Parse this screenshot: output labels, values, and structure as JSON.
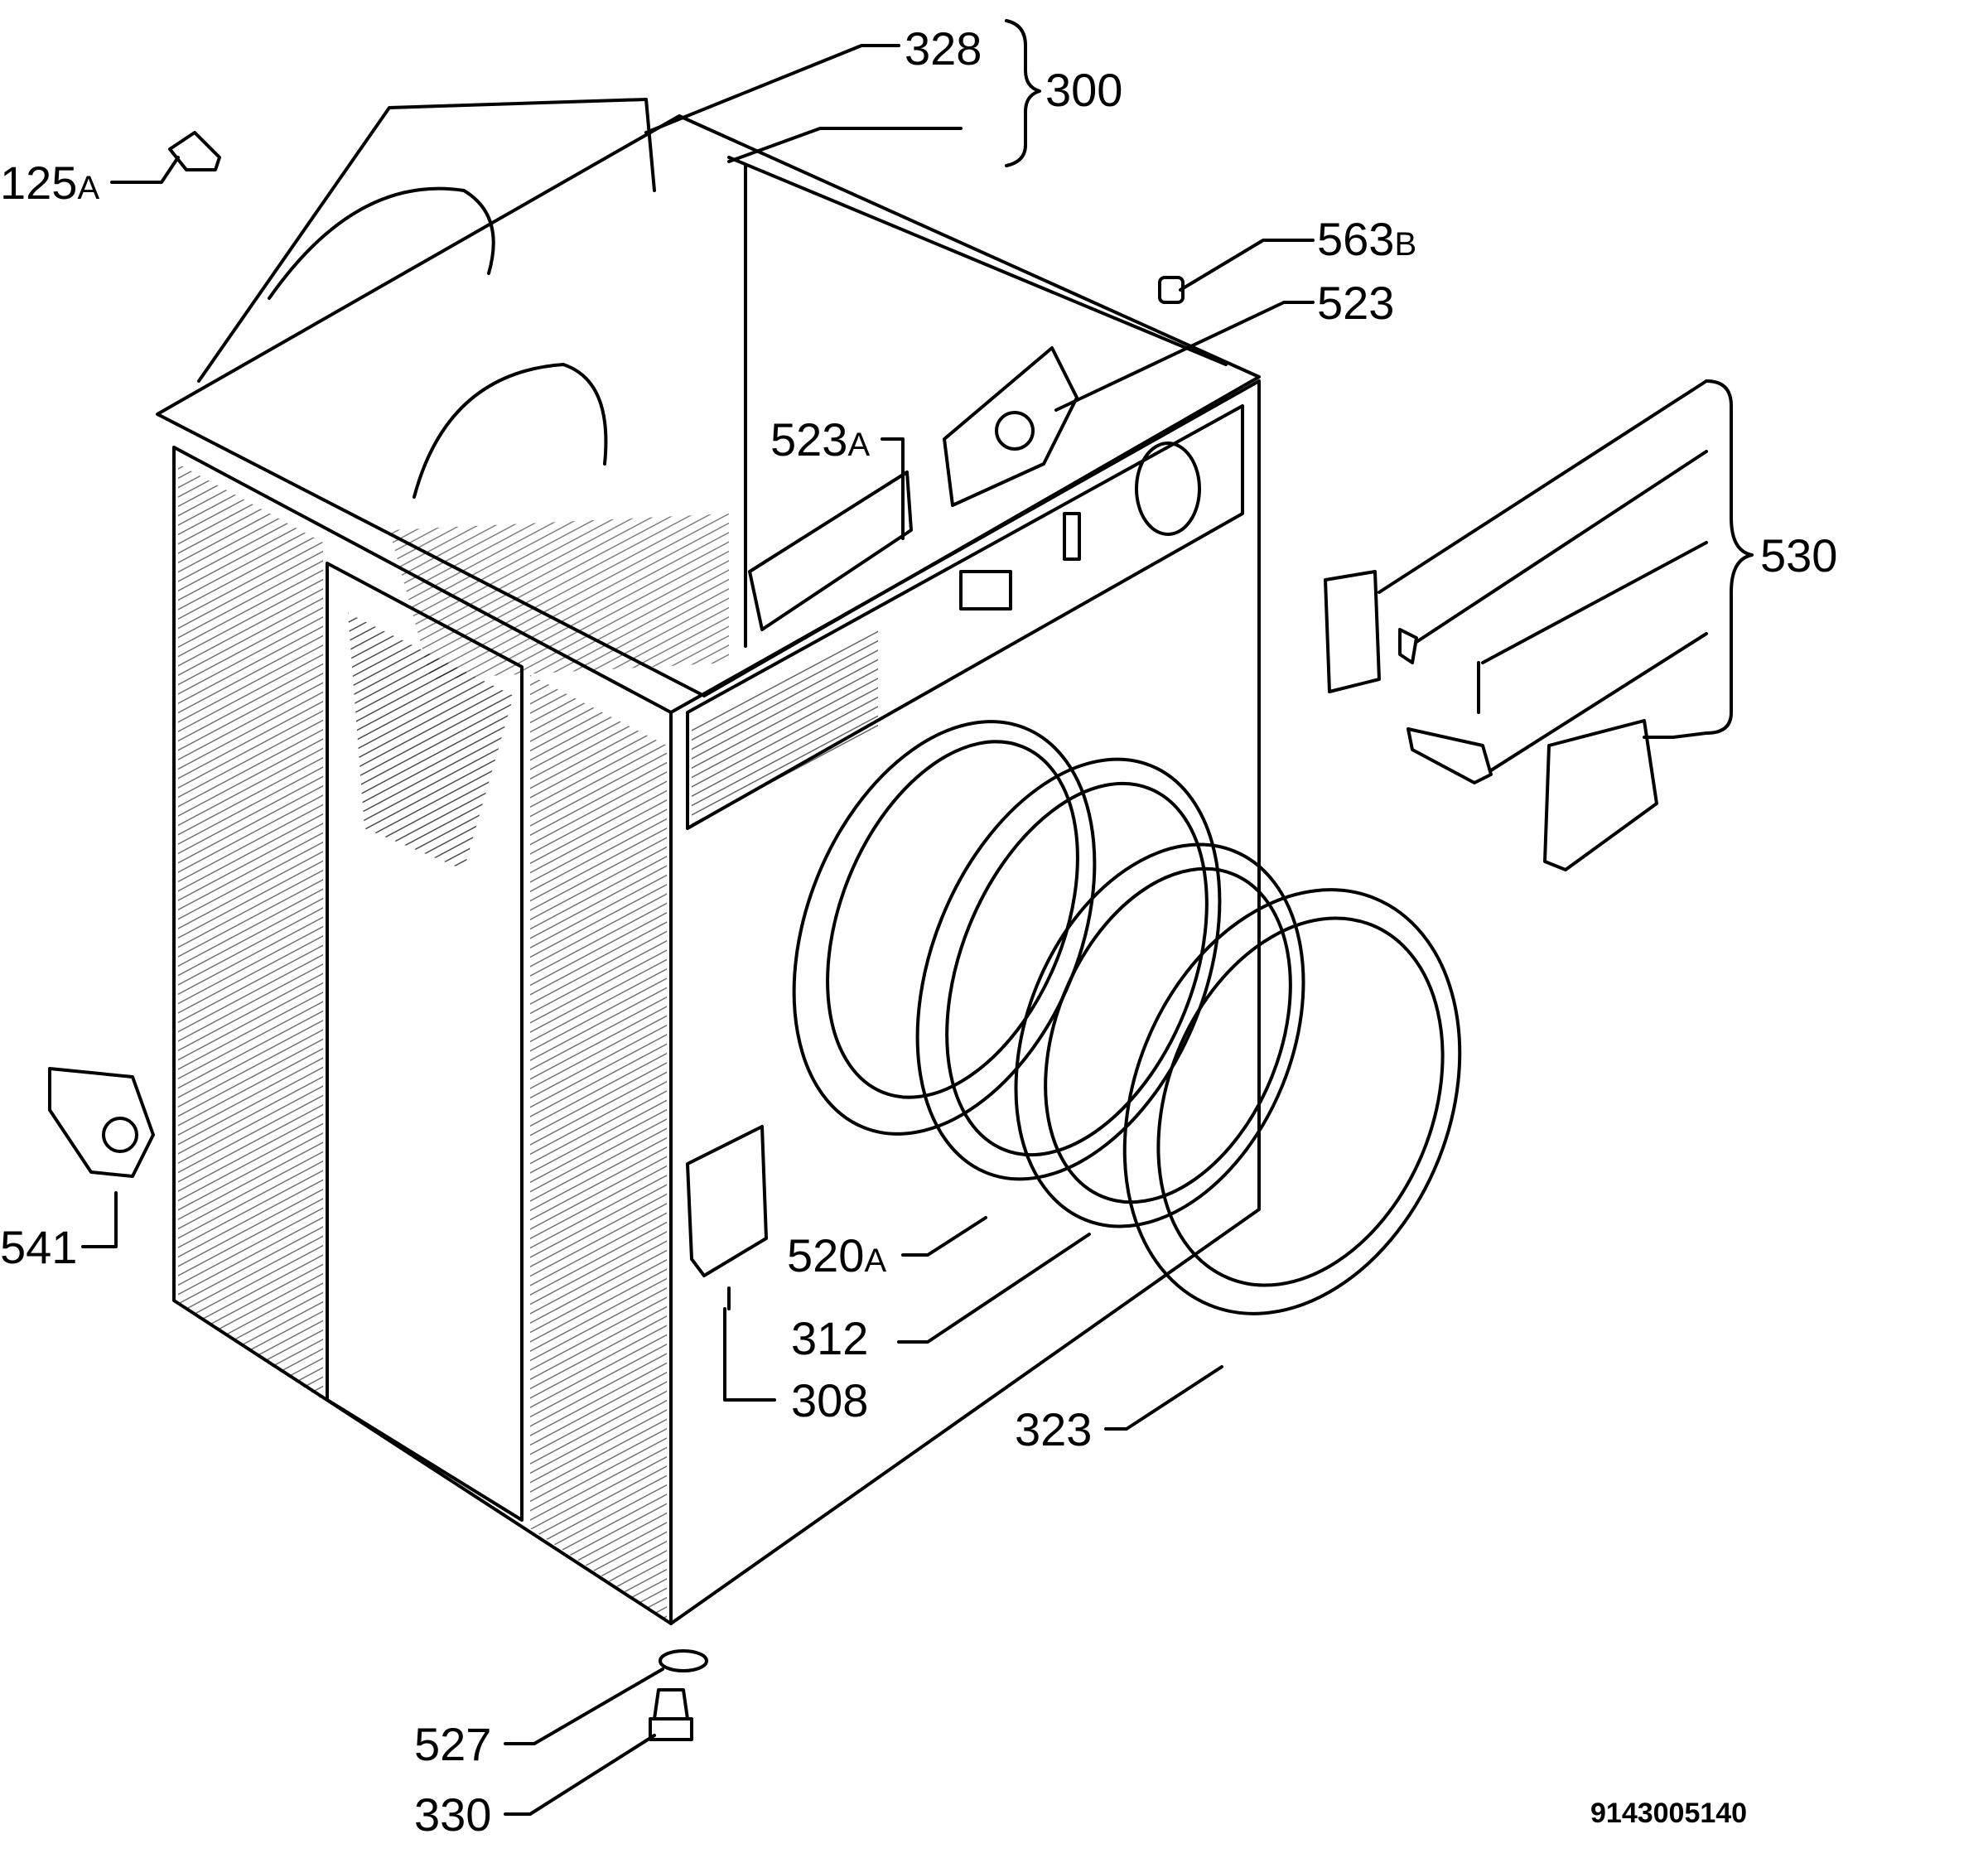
{
  "diagram": {
    "labels": {
      "l125": {
        "num": "125",
        "suffix": "A"
      },
      "l328": {
        "num": "328"
      },
      "l300": {
        "num": "300"
      },
      "l563": {
        "num": "563",
        "suffix": "B"
      },
      "l523": {
        "num": "523"
      },
      "l523a": {
        "num": "523",
        "suffix": "A"
      },
      "l530": {
        "num": "530"
      },
      "l541": {
        "num": "541"
      },
      "l520a": {
        "num": "520",
        "suffix": "A"
      },
      "l312": {
        "num": "312"
      },
      "l308": {
        "num": "308"
      },
      "l323": {
        "num": "323"
      },
      "l527": {
        "num": "527"
      },
      "l330": {
        "num": "330"
      }
    },
    "drawing_code": "9143005140"
  }
}
